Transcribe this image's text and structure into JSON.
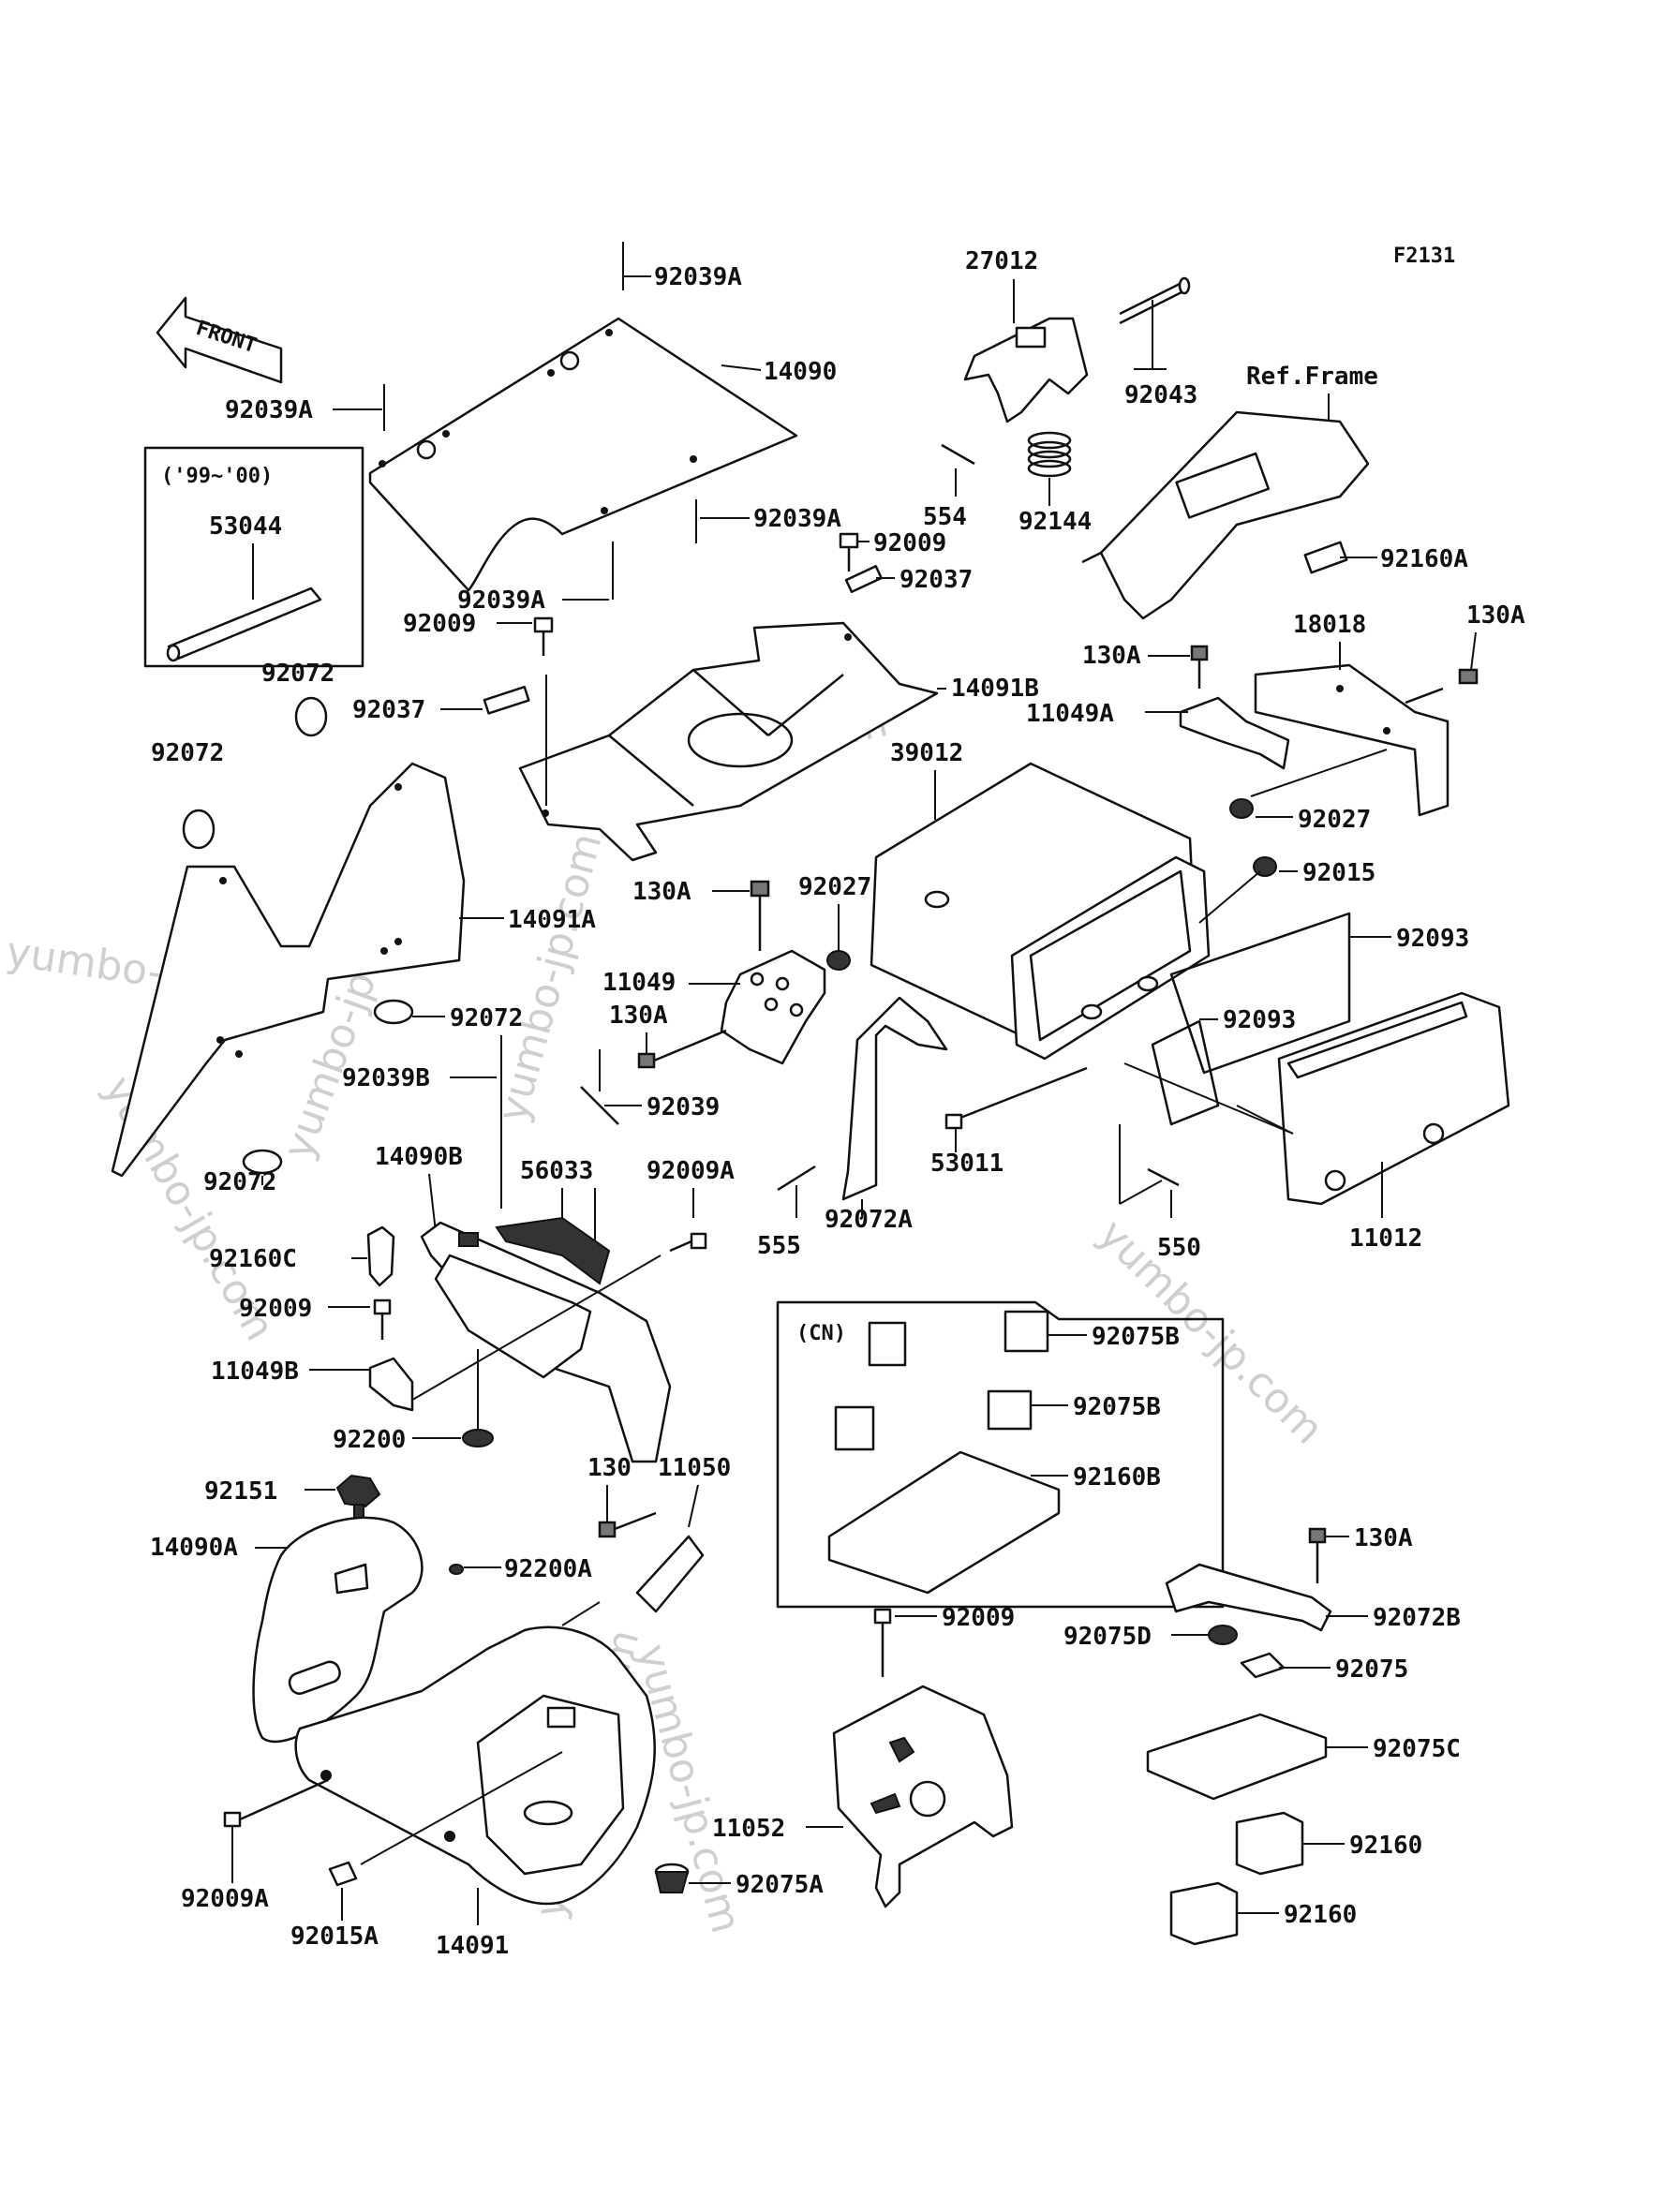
{
  "diagram_code": "F2131",
  "front_arrow": "FRONT",
  "box_99_00": {
    "caption": "('99~'00)",
    "part": "53044"
  },
  "box_cn": {
    "caption": "(CN)",
    "parts": [
      "92075B",
      "92075B",
      "92160B"
    ]
  },
  "ref_frame": "Ref.Frame",
  "watermark": "yumbo-jp.com",
  "labels": {
    "p92039A_top": "92039A",
    "p14090": "14090",
    "p92039A_left": "92039A",
    "p92039A_mid": "92039A",
    "p92039A_low": "92039A",
    "p92009_a": "92009",
    "p92037_a": "92037",
    "p92009_b": "92009",
    "p92037_b": "92037",
    "p14091B": "14091B",
    "p27012": "27012",
    "p92043": "92043",
    "p554": "554",
    "p92144": "92144",
    "p92160A": "92160A",
    "p18018": "18018",
    "p130A_1": "130A",
    "p130A_2": "130A",
    "p11049A": "11049A",
    "p92027_a": "92027",
    "p39012": "39012",
    "p92015": "92015",
    "p92093_a": "92093",
    "p92093_b": "92093",
    "p92072_a": "92072",
    "p92072_b": "92072",
    "p14091A": "14091A",
    "p92072_c": "92072",
    "p92072_d": "92072",
    "p130A_3": "130A",
    "p92027_b": "92027",
    "p11049": "11049",
    "p130A_4": "130A",
    "p92039B": "92039B",
    "p92039": "92039",
    "p14090B": "14090B",
    "p56033": "56033",
    "p92009A_a": "92009A",
    "p53011": "53011",
    "p555": "555",
    "p92072A": "92072A",
    "p550": "550",
    "p11012": "11012",
    "p92160C": "92160C",
    "p92009_c": "92009",
    "p11049B": "11049B",
    "p92200": "92200",
    "p92151": "92151",
    "p14090A": "14090A",
    "p92200A": "92200A",
    "p130": "130",
    "p11050": "11050",
    "p92009A_b": "92009A",
    "p92015A": "92015A",
    "p14091": "14091",
    "p92075A": "92075A",
    "p92009_d": "92009",
    "p11052": "11052",
    "p130A_5": "130A",
    "p92072B": "92072B",
    "p92075D": "92075D",
    "p92075": "92075",
    "p92075C": "92075C",
    "p92160_a": "92160",
    "p92160_b": "92160"
  }
}
